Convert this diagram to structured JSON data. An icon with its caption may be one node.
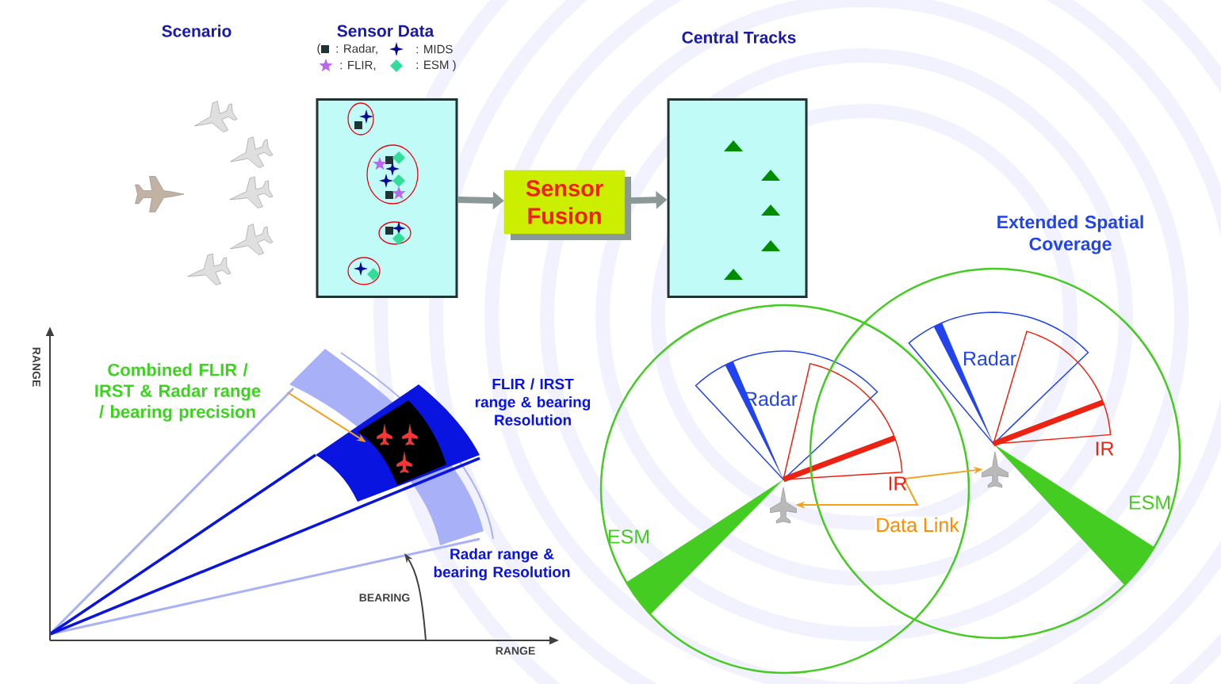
{
  "diagram": {
    "nodes": [
      {
        "text": [],
        "shape": "box"
      },
      {
        "text": [
          "Sensor Fusion"
        ]
      },
      {
        "text": [],
        "shape": "box"
      },
      {
        "text": [],
        "shape": "picture"
      },
      {
        "text": [],
        "shape": "picture"
      },
      {
        "text": [
          "Combined FLIR / IRST & Radar range / bearing precision"
        ]
      },
      {
        "text": [],
        "shape": "picture"
      }
    ],
    "edges": [
      {
        "from": 0,
        "to": 1,
        "arrow": "to",
        "style": "thick"
      },
      {
        "from": 1,
        "to": 2,
        "arrow": "to",
        "style": "thick"
      },
      {
        "from": 5,
        "to": 6,
        "arrow": "to",
        "color": "#f5a01a"
      },
      {
        "from": 3,
        "to": 4,
        "arrow": "both",
        "label": "Data Link",
        "color": "#f5a01a"
      }
    ],
    "labels": [
      "Scenario",
      "Sensor Data",
      "(",
      "Central Tracks",
      "Extended Spatial Coverage",
      "RANGE",
      "FLIR / IRST range & bearing Resolution",
      "Radar range & bearing Resolution",
      "BEARING",
      "RANGE",
      "Radar",
      "IR",
      "ESM",
      "Radar",
      "IR",
      "ESM"
    ],
    "legend": [
      {
        "text": ": Radar,"
      },
      {
        "text": ": MIDS"
      },
      {
        "text": ": FLIR,"
      },
      {
        "text": ": ESM )"
      }
    ]
  }
}
